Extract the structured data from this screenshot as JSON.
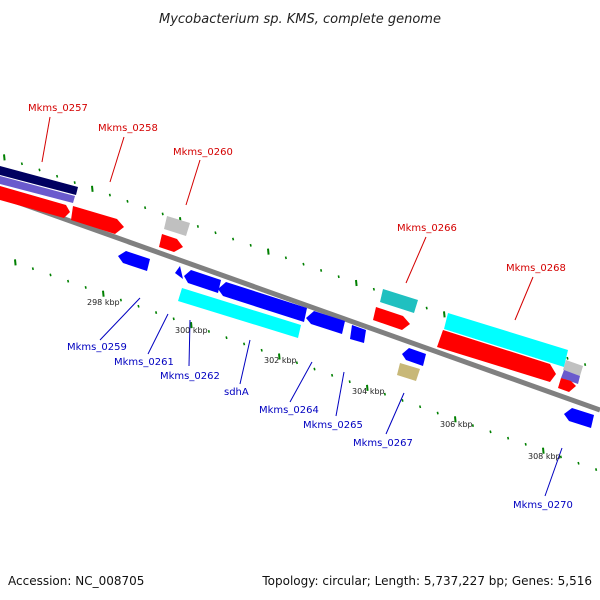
{
  "title": "Mycobacterium sp. KMS, complete genome",
  "footer": {
    "accession": "Accession: NC_008705",
    "summary": "Topology: circular; Length: 5,737,227 bp; Genes: 5,516"
  },
  "colors": {
    "forward_label": "#d40000",
    "reverse_label": "#0000c0",
    "backbone": "#808080",
    "tick": "#008000",
    "red_gene": "#ff0000",
    "blue_gene": "#0000ff",
    "cyan_gene": "#00ffff",
    "teal_gene": "#20c0c0",
    "navy_gene": "#000060",
    "purple_gene": "#6a5acd",
    "grey_gene": "#c0c0c0",
    "khaki_gene": "#c8b878"
  },
  "scale_labels": [
    "298 kbp",
    "300 kbp",
    "302 kbp",
    "304 kbp",
    "306 kbp",
    "308 kbp"
  ],
  "gene_labels": {
    "forward": [
      "Mkms_0257",
      "Mkms_0258",
      "Mkms_0260",
      "Mkms_0266",
      "Mkms_0268"
    ],
    "reverse": [
      "Mkms_0259",
      "Mkms_0261",
      "Mkms_0262",
      "sdhA",
      "Mkms_0264",
      "Mkms_0265",
      "Mkms_0267",
      "Mkms_0270"
    ]
  }
}
